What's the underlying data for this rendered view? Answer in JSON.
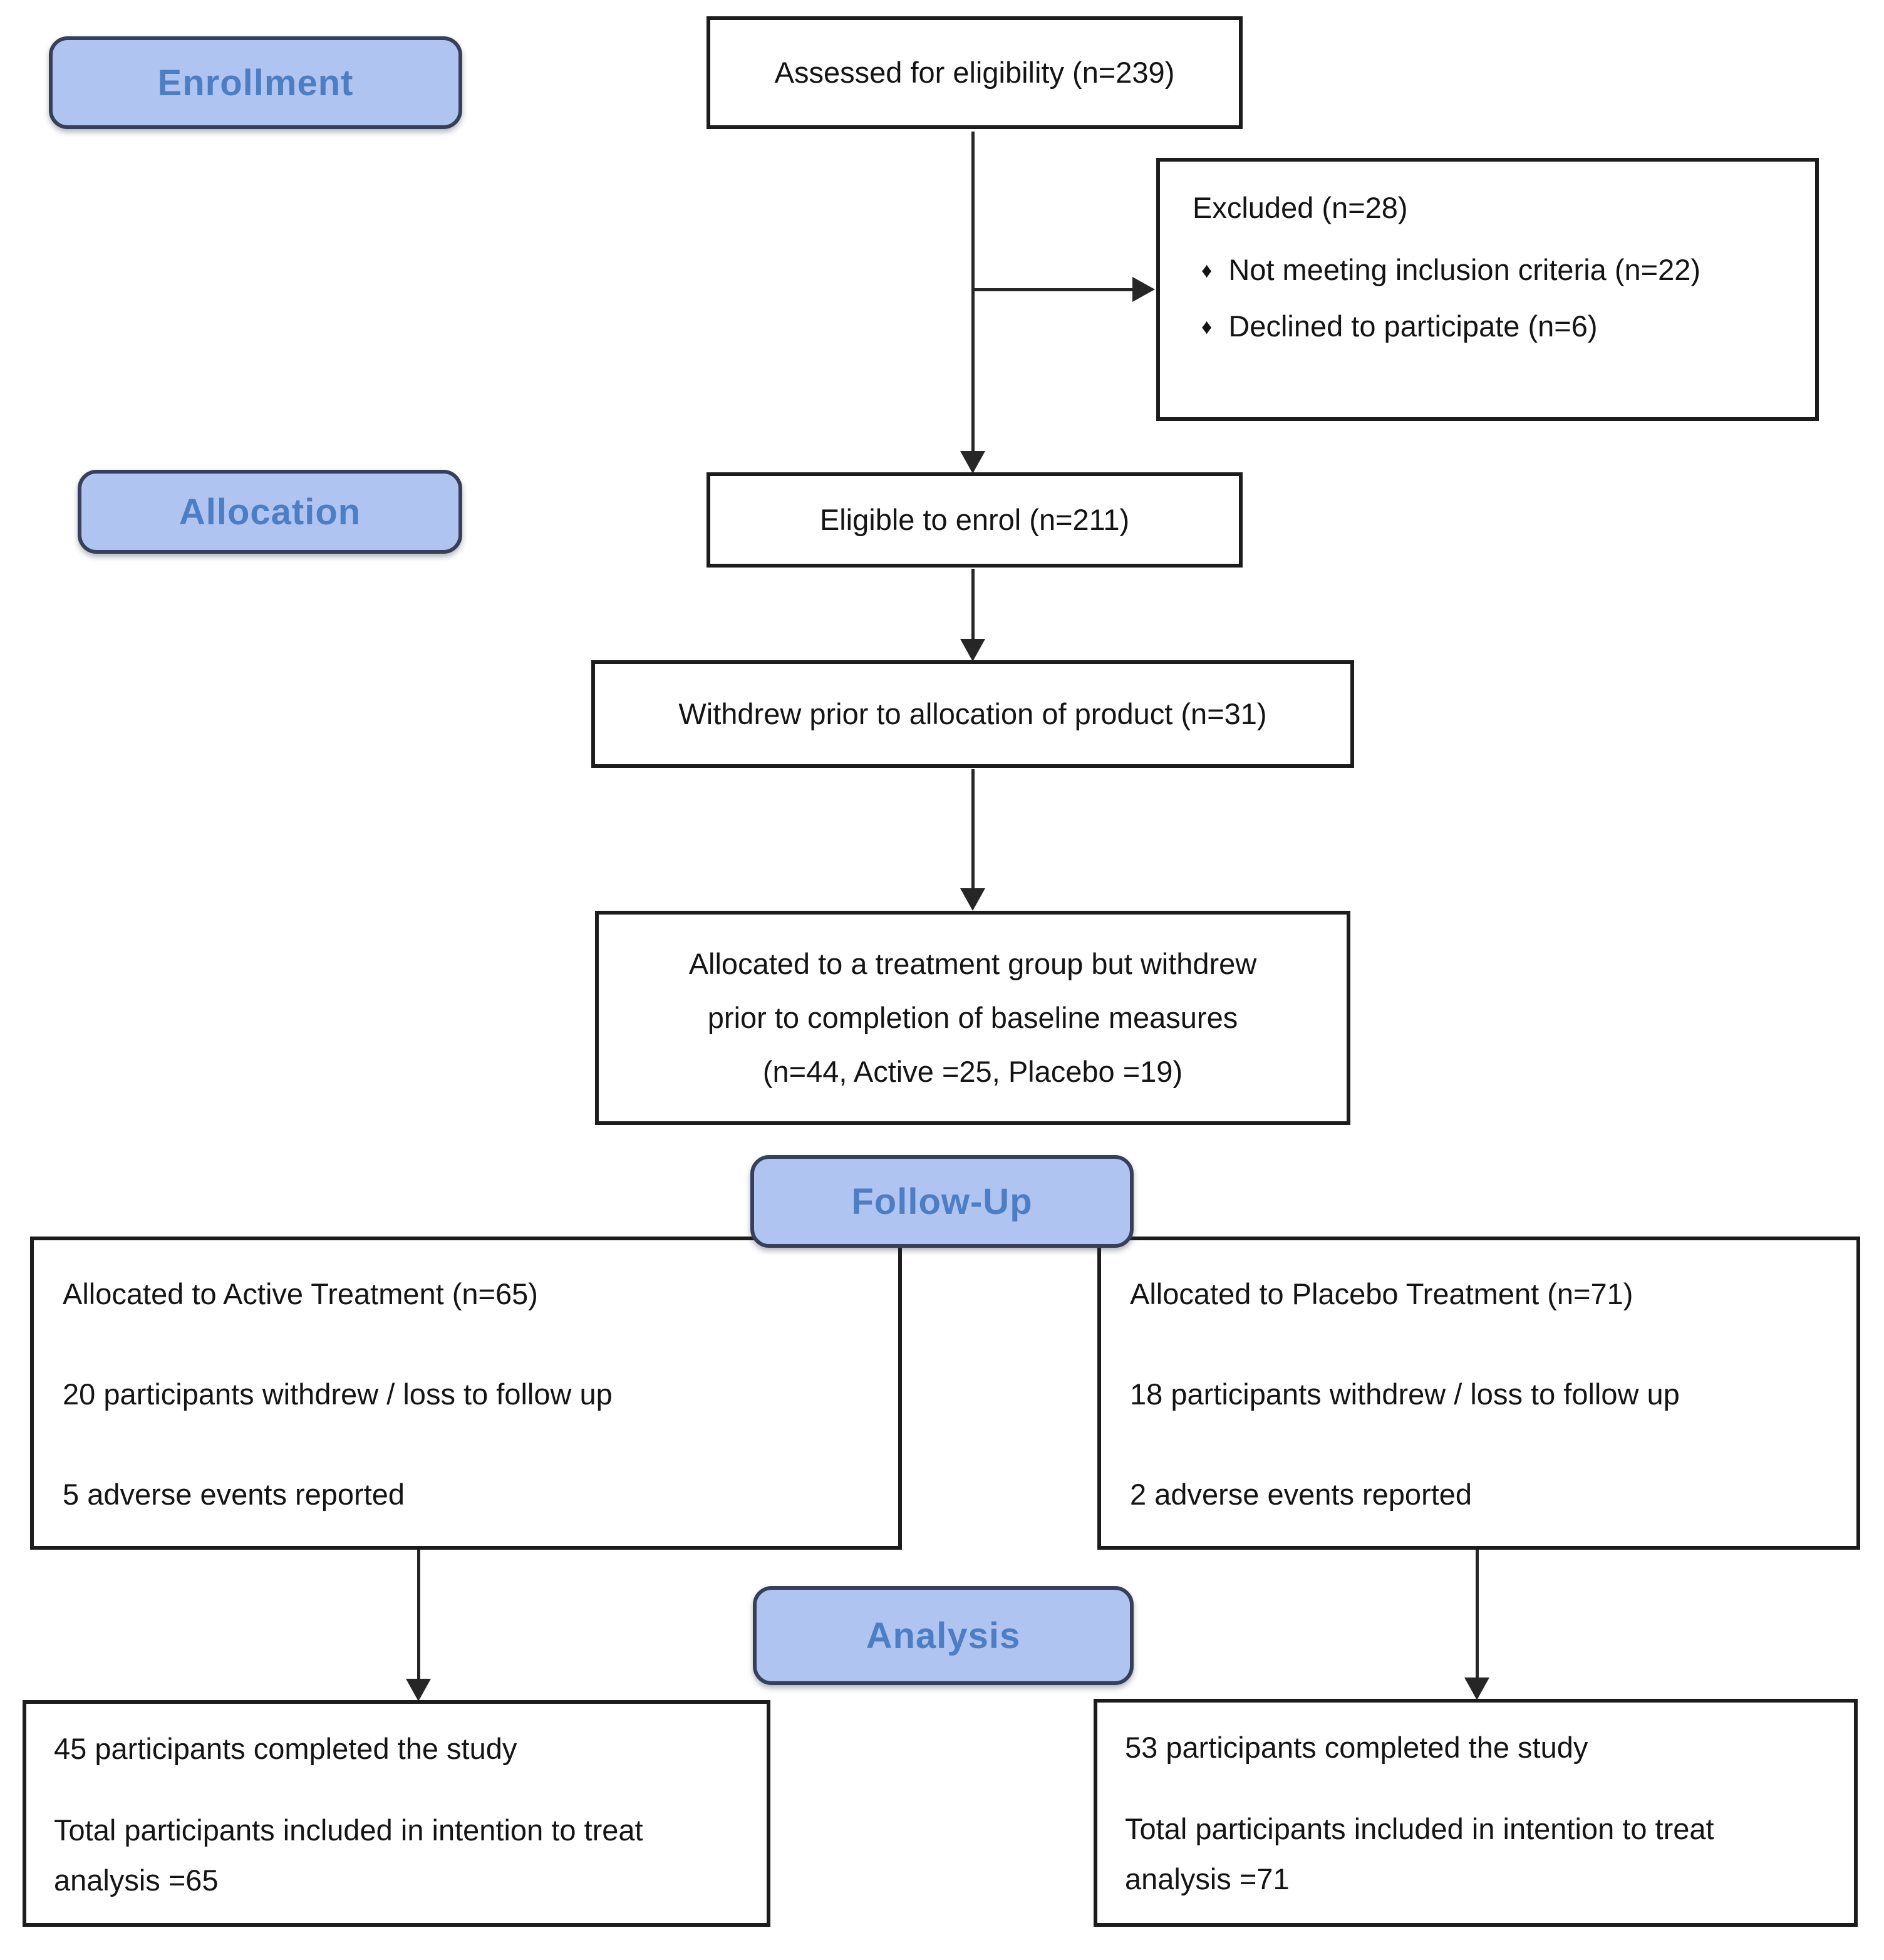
{
  "stage_labels": {
    "enrollment": "Enrollment",
    "allocation": "Allocation",
    "follow_up": "Follow-Up",
    "analysis": "Analysis"
  },
  "boxes": {
    "assessed": {
      "text": "Assessed for eligibility (n=239)"
    },
    "excluded": {
      "title": "Excluded (n=28)",
      "bullet_glyph": "♦",
      "bullets": [
        "Not meeting inclusion criteria (n=22)",
        "Declined to participate (n=6)"
      ]
    },
    "eligible": {
      "text": "Eligible to enrol (n=211)"
    },
    "withdrew_prior": {
      "text": "Withdrew prior to allocation of product (n=31)"
    },
    "allocated_withdrew": {
      "lines": [
        "Allocated to a treatment group but withdrew",
        "prior to completion of baseline measures",
        "(n=44, Active =25, Placebo =19)"
      ]
    },
    "active_followup": {
      "lines": [
        "Allocated to Active Treatment (n=65)",
        "20 participants withdrew / loss to follow up",
        "5 adverse events reported"
      ]
    },
    "placebo_followup": {
      "lines": [
        "Allocated to Placebo Treatment (n=71)",
        "18 participants withdrew / loss to follow up",
        "2 adverse events reported"
      ]
    },
    "active_analysis": {
      "line1": "45 participants completed the study",
      "line2a": "Total participants included in intention to treat",
      "line2b": "analysis =65"
    },
    "placebo_analysis": {
      "line1": "53 participants completed the study",
      "line2a": "Total participants included in intention to treat",
      "line2b": "analysis =71"
    }
  },
  "colors": {
    "background": "#ffffff",
    "stage_label_fill": "#b0c4f2",
    "stage_label_border": "#36405a",
    "stage_label_text": "#4d7ec3",
    "box_border": "#1c1c1c",
    "box_text": "#141414",
    "arrow": "#262626"
  }
}
